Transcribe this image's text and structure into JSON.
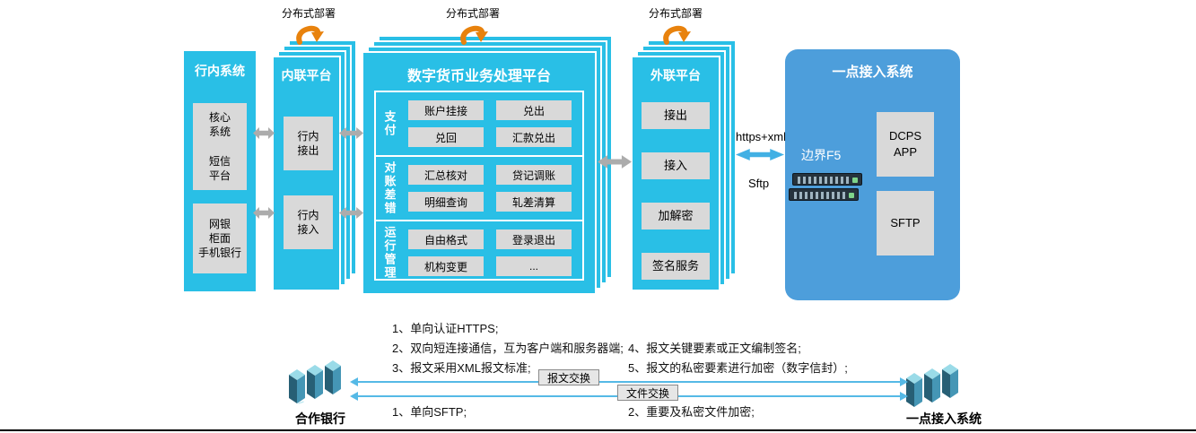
{
  "deployment": {
    "label": "分布式部署"
  },
  "inbank": {
    "title": "行内系统",
    "box1": "核心\n系统\n\n短信\n平台",
    "box2": "网银\n柜面\n手机银行"
  },
  "internal": {
    "title": "内联平台",
    "out": "行内\n接出",
    "in": "行内\n接入"
  },
  "dcpp": {
    "title": "数字货币业务处理平台",
    "rows": [
      {
        "label": "支付",
        "buttons": [
          "账户挂接",
          "兑出",
          "兑回",
          "汇款兑出"
        ]
      },
      {
        "label": "对账差错",
        "buttons": [
          "汇总核对",
          "贷记调账",
          "明细查询",
          "轧差清算"
        ]
      },
      {
        "label": "运行管理",
        "buttons": [
          "自由格式",
          "登录退出",
          "机构变更",
          "..."
        ]
      }
    ]
  },
  "external": {
    "title": "外联平台",
    "buttons": [
      "接出",
      "接入",
      "加解密",
      "签名服务"
    ]
  },
  "link": {
    "protocol_top": "https+xml",
    "protocol_bottom": "Sftp"
  },
  "access": {
    "title": "一点接入系统",
    "f5": "边界F5",
    "box1": "DCPS\nAPP",
    "box2": "SFTP"
  },
  "bottom": {
    "left_label": "合作银行",
    "right_label": "一点接入系统",
    "msg_exchange": "报文交换",
    "file_exchange": "文件交换",
    "notes": {
      "n1": "1、单向认证HTTPS;",
      "n2": "2、双向短连接通信，互为客户端和服务器端;",
      "n3": "3、报文采用XML报文标准;",
      "n4": "4、报文关键要素或正文编制签名;",
      "n5": "5、报文的私密要素进行加密（数字信封）;",
      "s1": "1、单向SFTP;",
      "s2": "2、重要及私密文件加密;"
    }
  },
  "colors": {
    "cyan": "#29BFE6",
    "access_blue": "#4D9EDB",
    "orange": "#E8820D",
    "gray_box": "#D9D9D9",
    "gray_arrow": "#ACACAC",
    "link_arrow": "#41B0E4"
  }
}
